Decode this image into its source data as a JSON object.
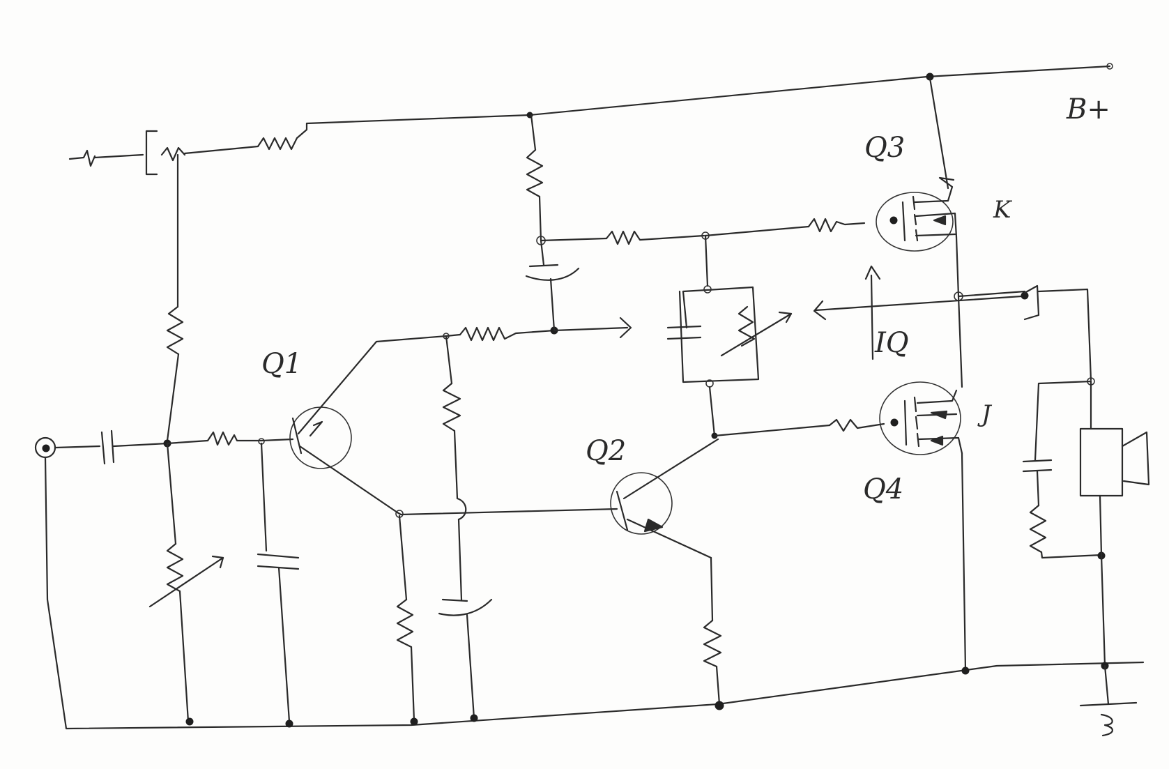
{
  "labels": {
    "q1": "Q1",
    "q2": "Q2",
    "q3": "Q3",
    "q4": "Q4",
    "k": "K",
    "j": "J",
    "supply": "B+",
    "bias_current": "IQ"
  }
}
